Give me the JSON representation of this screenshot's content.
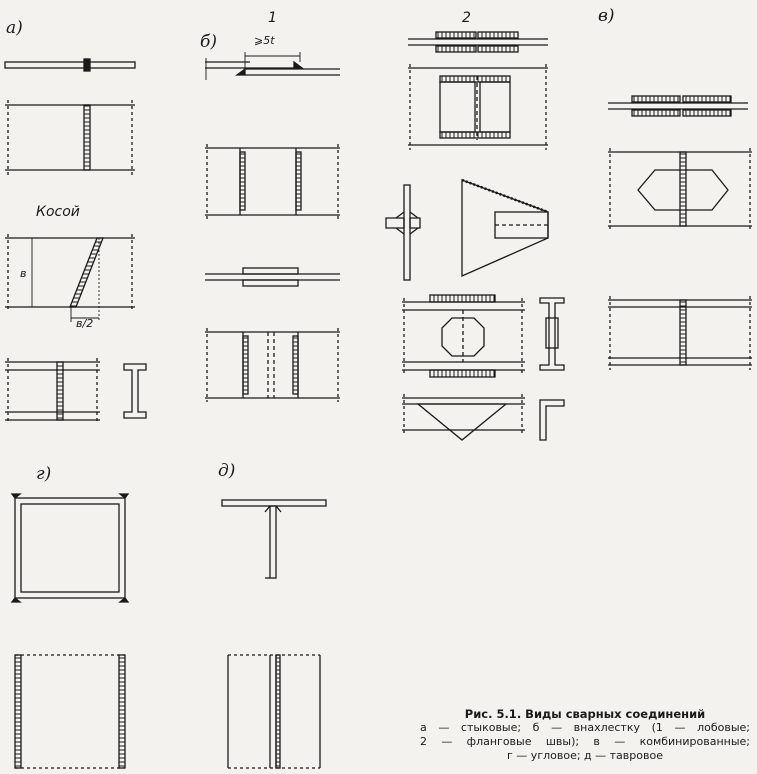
{
  "labels": {
    "a": "а)",
    "b": "б)",
    "v": "в)",
    "g": "г)",
    "d": "д)",
    "n1": "1",
    "n2": "2",
    "dim_5t": "⩾5t",
    "kosoy": "Косой",
    "dim_b": "в",
    "dim_b2": "в/2"
  },
  "caption": {
    "title": "Рис. 5.1. Виды сварных соединений",
    "line1": "а — стыковые;   б — внахлестку  (1 — лобовые;",
    "line2": "2 — фланговые  швы);  в — комбинированные;",
    "line3": "г — угловое;   д — тавровое"
  },
  "colors": {
    "ink": "#1a1a1a",
    "paper": "#f4f2ee"
  }
}
